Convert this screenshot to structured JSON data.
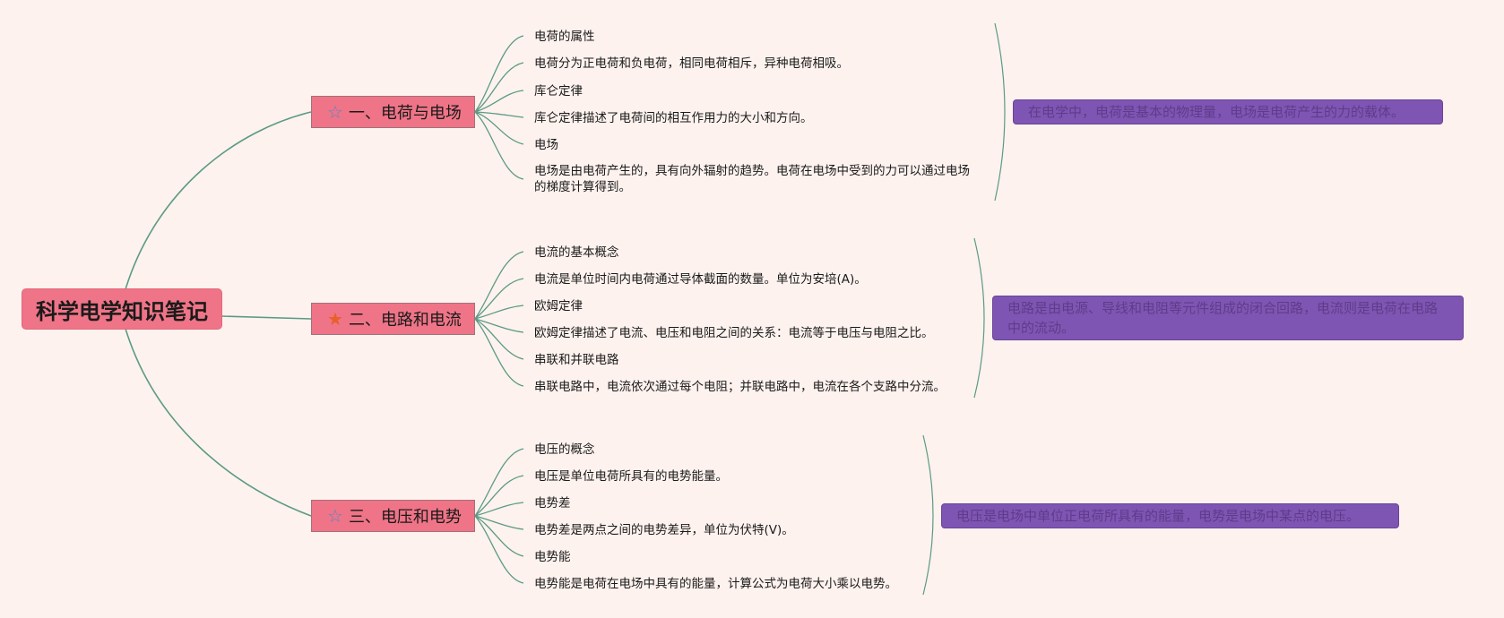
{
  "root": {
    "title": "科学电学知识笔记"
  },
  "branches": [
    {
      "title": "一、电荷与电场",
      "icon": "star-outline-icon",
      "leaves": [
        "电荷的属性",
        "电荷分为正电荷和负电荷，相同电荷相斥，异种电荷相吸。",
        "库仑定律",
        "库仑定律描述了电荷间的相互作用力的大小和方向。",
        "电场",
        "电场是由电荷产生的，具有向外辐射的趋势。电荷在电场中受到的力可以通过电场的梯度计算得到。"
      ],
      "summary": "在电学中，电荷是基本的物理量，电场是电荷产生的力的载体。"
    },
    {
      "title": "二、电路和电流",
      "icon": "star-filled-icon",
      "leaves": [
        "电流的基本概念",
        "电流是单位时间内电荷通过导体截面的数量。单位为安培(A)。",
        "欧姆定律",
        "欧姆定律描述了电流、电压和电阻之间的关系：电流等于电压与电阻之比。",
        "串联和并联电路",
        "串联电路中，电流依次通过每个电阻；并联电路中，电流在各个支路中分流。"
      ],
      "summary": "电路是由电源、导线和电阻等元件组成的闭合回路，电流则是电荷在电路中的流动。"
    },
    {
      "title": "三、电压和电势",
      "icon": "star-outline-icon",
      "leaves": [
        "电压的概念",
        "电压是单位电荷所具有的电势能量。",
        "电势差",
        "电势差是两点之间的电势差异，单位为伏特(V)。",
        "电势能",
        "电势能是电荷在电场中具有的能量，计算公式为电荷大小乘以电势。"
      ],
      "summary": "电压是电场中单位正电荷所具有的能量，电势是电场中某点的电压。"
    }
  ],
  "colors": {
    "background": "#fdf2ee",
    "node": "#ef7487",
    "connector": "#5b9a84",
    "summary": "#7f55b3",
    "star_outline": "#5a86c8",
    "star_filled": "#e8602a"
  }
}
